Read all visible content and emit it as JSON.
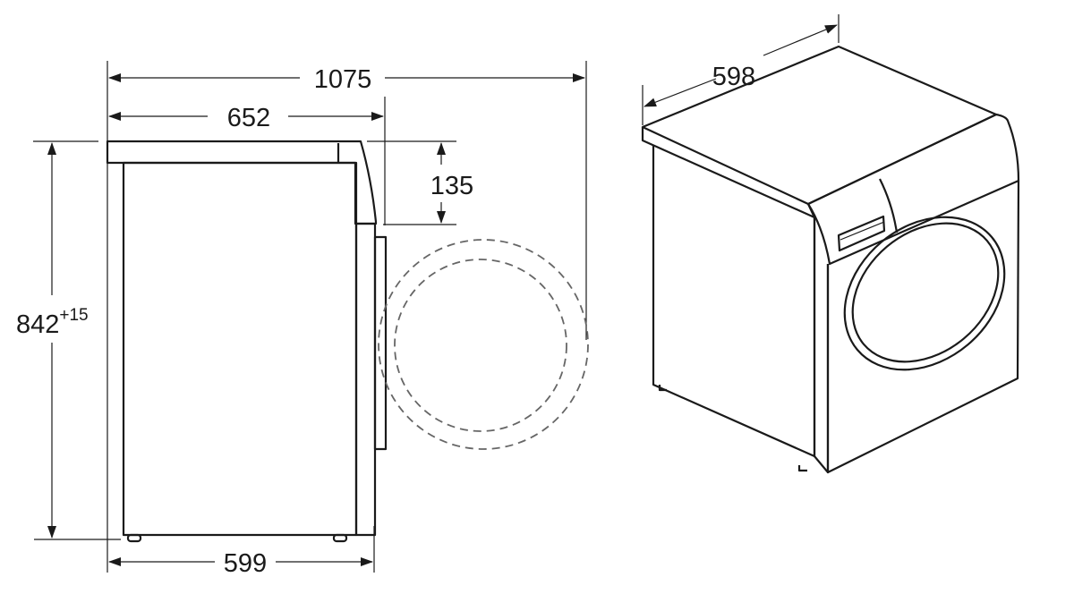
{
  "side_view": {
    "overall_depth_door_open": "1075",
    "depth_with_door": "652",
    "top_to_door_offset": "135",
    "height": "842",
    "height_tolerance": "+15",
    "body_depth": "599"
  },
  "iso_view": {
    "width": "598"
  },
  "colors": {
    "line": "#1a1a1a",
    "dashed": "#666666",
    "background": "#ffffff"
  }
}
